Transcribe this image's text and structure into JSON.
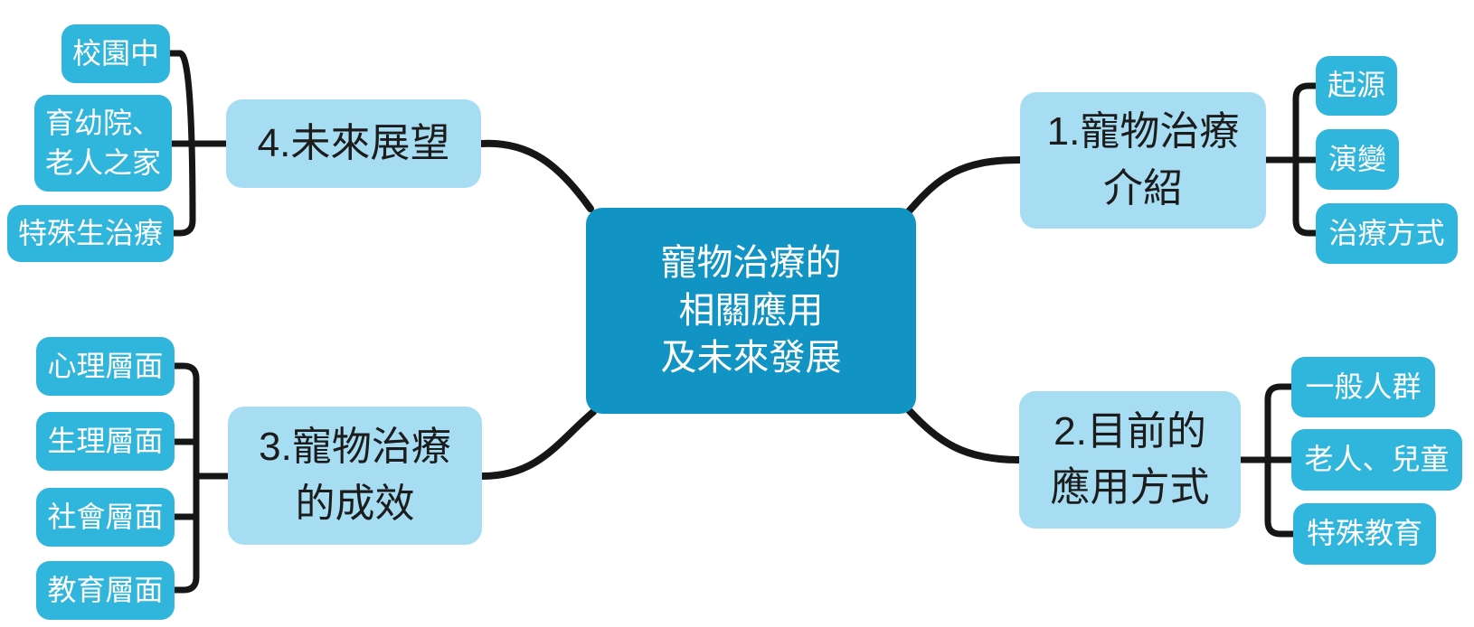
{
  "colors": {
    "background": "#ffffff",
    "root_fill": "#1193c3",
    "root_text": "#ffffff",
    "branch_fill": "#a7ddf2",
    "branch_text": "#1c1c1c",
    "child_fill": "#30b5dc",
    "child_text": "#ffffff",
    "connector": "#161616"
  },
  "mindmap": {
    "root": {
      "label": "寵物治療的\n相關應用\n及未來發展"
    },
    "branches": [
      {
        "label": "1.寵物治療\n介紹",
        "children": [
          "起源",
          "演變",
          "治療方式"
        ]
      },
      {
        "label": "2.目前的\n應用方式",
        "children": [
          "一般人群",
          "老人、兒童",
          "特殊教育"
        ]
      },
      {
        "label": "3.寵物治療\n的成效",
        "children": [
          "心理層面",
          "生理層面",
          "社會層面",
          "教育層面"
        ]
      },
      {
        "label": "4.未來展望",
        "children": [
          "校園中",
          "育幼院、\n老人之家",
          "特殊生治療"
        ]
      }
    ]
  }
}
